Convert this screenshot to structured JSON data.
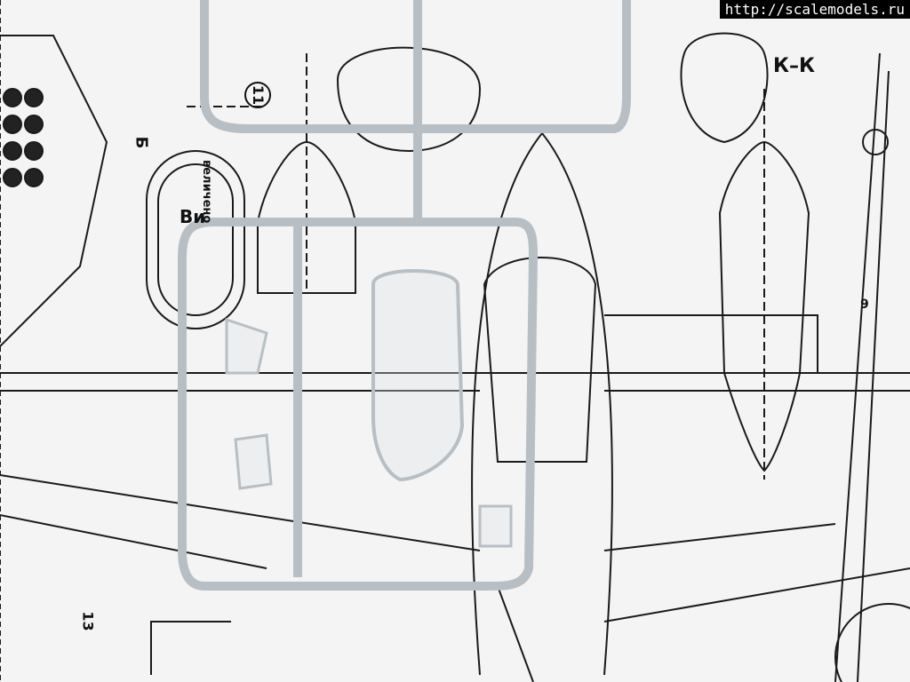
{
  "watermark": "http://scalemodels.ru",
  "drawing_labels": {
    "section": "К–К",
    "view_arrow": "Б",
    "part_number": "11",
    "enlarged": "величено",
    "view": "Ви",
    "callout_13": "13",
    "callout_9": "9"
  },
  "colors": {
    "paper": "#f4f4f4",
    "ink": "#1a1a1a",
    "sprue": "#d8dde0"
  }
}
